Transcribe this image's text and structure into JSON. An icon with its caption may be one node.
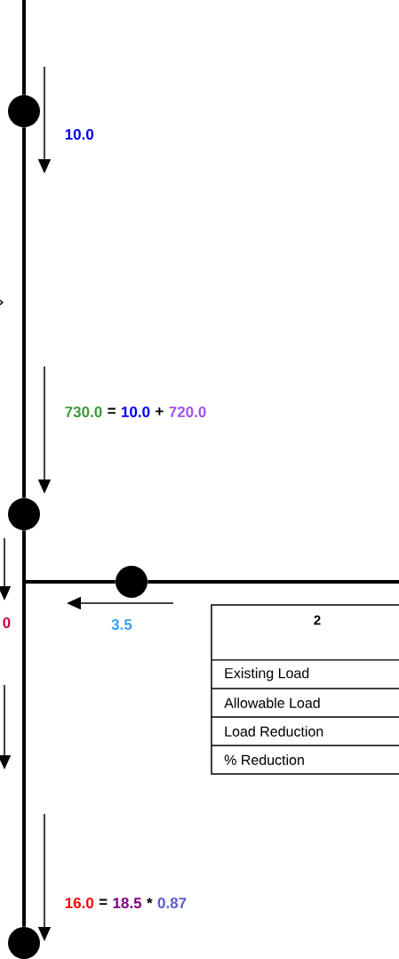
{
  "diagram": {
    "nodes": [
      {
        "text": [],
        "shape": "circle"
      },
      {
        "text": [],
        "shape": "circle"
      },
      {
        "text": [],
        "shape": "circle"
      },
      {
        "text": [],
        "shape": "circle"
      },
      {
        "text": [
          "2",
          "Existing Load",
          "Allowable Load",
          "Load Reduction",
          "% Reduction"
        ]
      }
    ],
    "edges": [
      {
        "from": null,
        "to": 0,
        "arrow": "none"
      },
      {
        "from": 0,
        "to": 1,
        "arrow": "none"
      },
      {
        "from": 1,
        "to": 3,
        "arrow": "none"
      },
      {
        "from": null,
        "to": 2,
        "arrow": "none"
      },
      {
        "from": 2,
        "to": null,
        "arrow": "none"
      }
    ],
    "labels": [
      "10.0",
      "730.0",
      "=",
      "10.0",
      "+",
      "720.0",
      "0",
      "3.5",
      "16.0",
      "=",
      "18.5",
      "*",
      "0.87"
    ]
  }
}
